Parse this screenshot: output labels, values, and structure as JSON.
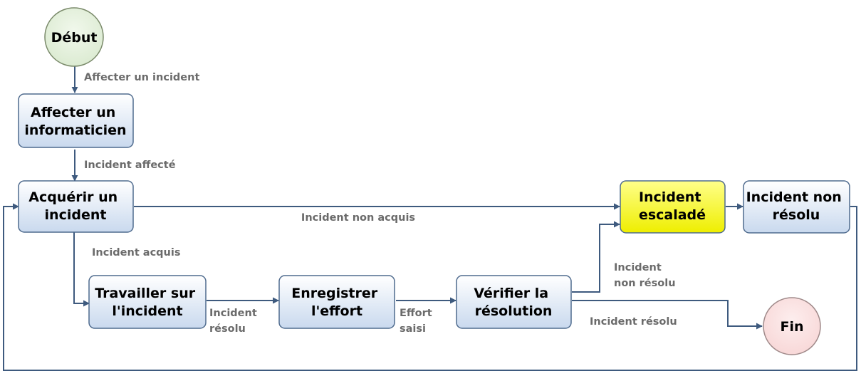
{
  "colors": {
    "box_fill_top": "#ffffff",
    "box_fill_bottom": "#c9d9ee",
    "box_stroke": "#4f6b8e",
    "escalated_fill_top": "#ffff8a",
    "escalated_fill_bottom": "#eeee00",
    "start_fill": "#e2efd9",
    "start_stroke": "#7a8a6a",
    "end_fill": "#fbe0e0",
    "end_stroke": "#a08a8a",
    "connector": "#3e5a7e",
    "label_text": "#6b6b6b"
  },
  "nodes": {
    "start": [
      "Début"
    ],
    "assign_technician": [
      "Affecter un",
      "informaticien"
    ],
    "acquire_incident": [
      "Acquérir un",
      "incident"
    ],
    "work_on_incident": [
      "Travailler sur",
      "l'incident"
    ],
    "record_effort": [
      "Enregistrer",
      "l'effort"
    ],
    "verify_resolution": [
      "Vérifier la",
      "résolution"
    ],
    "incident_escalated": [
      "Incident",
      "escaladé"
    ],
    "incident_unresolved": [
      "Incident non",
      "résolu"
    ],
    "end": [
      "Fin"
    ]
  },
  "edge_labels": {
    "assign_incident": [
      "Affecter un incident"
    ],
    "incident_assigned": [
      "Incident affecté"
    ],
    "incident_not_acquired": [
      "Incident non acquis"
    ],
    "incident_acquired": [
      "Incident acquis"
    ],
    "work_resolved": [
      "Incident",
      "résolu"
    ],
    "effort_entered": [
      "Effort",
      "saisi"
    ],
    "verify_not_resolved": [
      "Incident",
      "non résolu"
    ],
    "verify_resolved": [
      "Incident résolu"
    ]
  }
}
